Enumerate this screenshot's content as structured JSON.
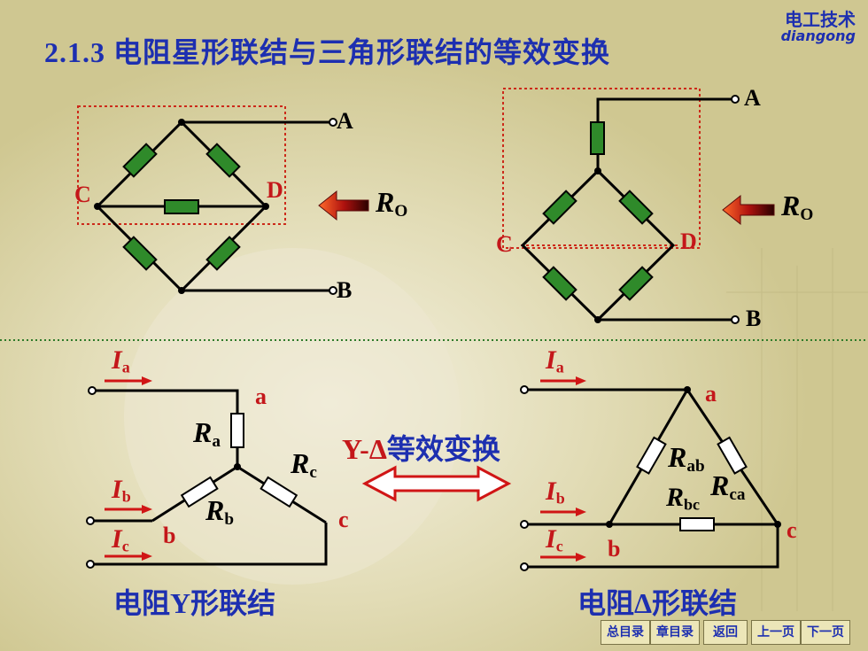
{
  "title": "2.1.3  电阻星形联结与三角形联结的等效变换",
  "logo": {
    "cn": "电工技术",
    "en": "diangong"
  },
  "top_left": {
    "A": "A",
    "B": "B",
    "C": "C",
    "D": "D",
    "R": "R",
    "R_sub": "O"
  },
  "top_right": {
    "A": "A",
    "B": "B",
    "C": "C",
    "D": "D",
    "R": "R",
    "R_sub": "O"
  },
  "wye": {
    "Ia": "I",
    "Ia_sub": "a",
    "Ib": "I",
    "Ib_sub": "b",
    "Ic": "I",
    "Ic_sub": "c",
    "a": "a",
    "b": "b",
    "c": "c",
    "Ra": "R",
    "Ra_sub": "a",
    "Rb": "R",
    "Rb_sub": "b",
    "Rc": "R",
    "Rc_sub": "c",
    "caption": "电阻Y形联结"
  },
  "delta": {
    "Ia": "I",
    "Ia_sub": "a",
    "Ib": "I",
    "Ib_sub": "b",
    "Ic": "I",
    "Ic_sub": "c",
    "a": "a",
    "b": "b",
    "c": "c",
    "Rab": "R",
    "Rab_sub": "ab",
    "Rbc": "R",
    "Rbc_sub": "bc",
    "Rca": "R",
    "Rca_sub": "ca",
    "caption": "电阻Δ形联结"
  },
  "transform": {
    "prefix": "Y-Δ",
    "text": "等效变换"
  },
  "nav": [
    "总目录",
    "章目录",
    "返回",
    "上一页",
    "下一页"
  ],
  "colors": {
    "title": "#1d2fb0",
    "accent_red": "#c4171a",
    "resistor_green": "#2f8a2a"
  }
}
